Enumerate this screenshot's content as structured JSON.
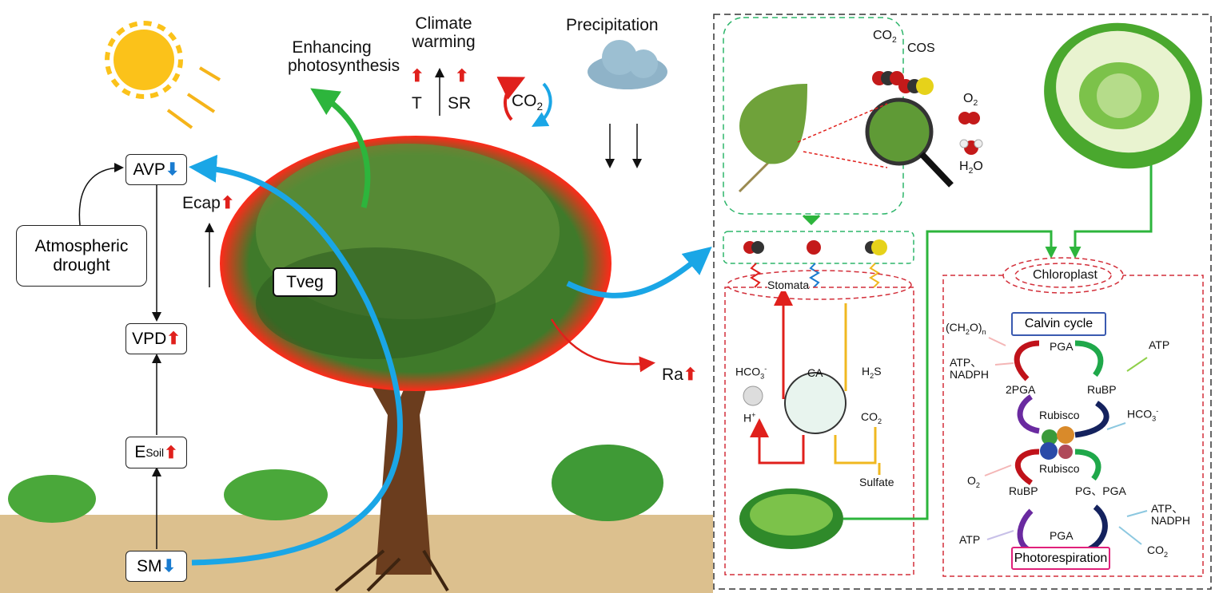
{
  "left": {
    "enhancing": [
      "Enhancing",
      "photosynthesis"
    ],
    "climate": [
      "Climate",
      "warming"
    ],
    "t_label": "T",
    "sr_label": "SR",
    "co2": "CO",
    "co2_sub": "2",
    "precipitation": "Precipitation",
    "avp": "AVP",
    "vpd": "VPD",
    "esoil": "E",
    "esoil_sub": "Soil",
    "sm": "SM",
    "atmospheric_drought": [
      "Atmospheric",
      "drought"
    ],
    "ecap": "Ecap",
    "tveg": "Tveg",
    "ra": "Ra",
    "up_arrow": "⬆",
    "down_arrow": "⬇"
  },
  "stomata_panel": {
    "co2": "CO",
    "co2_sub": "2",
    "cos": "COS",
    "o2": "O",
    "o2_sub": "2",
    "h2o": [
      "H",
      "2",
      "O"
    ],
    "stomata": "Stomata",
    "hco3": "HCO",
    "hco3_sub": "3",
    "hco3_sup": "-",
    "ca": "CA",
    "h2s": [
      "H",
      "2",
      "S"
    ],
    "h_plus": "H",
    "h_plus_sup": "+",
    "co2b": "CO",
    "co2b_sub": "2",
    "sulfate": "Sulfate"
  },
  "chloroplast_panel": {
    "chloroplast": "Chloroplast",
    "calvin": "Calvin cycle",
    "ch2on": [
      "(CH",
      "2",
      "O)",
      "n"
    ],
    "pga1": "PGA",
    "atp1": "ATP",
    "atp_nadph1": [
      "ATP、",
      "NADPH"
    ],
    "pga2": "2PGA",
    "rubp1": "RuBP",
    "rubisco1": "Rubisco",
    "hco3": [
      "HCO",
      "3",
      "-"
    ],
    "rubisco2": "Rubisco",
    "o2": [
      "O",
      "2"
    ],
    "rubp2": "RuBP",
    "pg_pga": "PG、PGA",
    "atp_nadph2": [
      "ATP、",
      "NADPH"
    ],
    "atp2": "ATP",
    "pga3": "PGA",
    "co2": [
      "CO",
      "2"
    ],
    "photorespiration": "Photorespiration"
  },
  "colors": {
    "up": "#e0201c",
    "down": "#1a7cd0",
    "blue_flow": "#1aa6e6",
    "green_flow": "#2db53c",
    "ground": "#dcc08e"
  }
}
